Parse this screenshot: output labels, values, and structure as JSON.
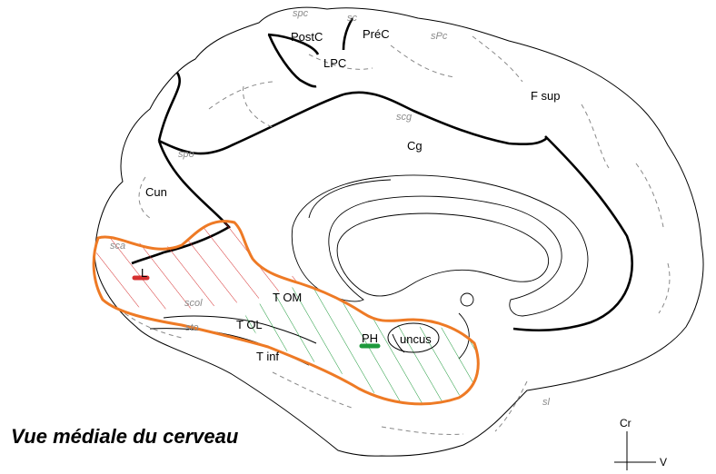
{
  "title": "Vue médiale du cerveau",
  "regions": {
    "postc": "PostC",
    "prec": "PréC",
    "lpc": "LPC",
    "fsup": "F sup",
    "cg": "Cg",
    "cun": "Cun",
    "l": "L",
    "tom": "T OM",
    "tol": "T OL",
    "tinf": "T inf",
    "ph": "PH",
    "uncus": "uncus"
  },
  "sulci": {
    "spc": "spc",
    "sc": "sc",
    "spc2": "sPc",
    "scg": "scg",
    "spo": "spo",
    "sca": "sca",
    "scol": "scol",
    "sto": "sto",
    "sl": "sl"
  },
  "orientation": {
    "cr": "Cr",
    "v": "V"
  },
  "colors": {
    "highlight_outline": "#ee7a25",
    "lingual_hatch": "#d63030",
    "parahippocampal_hatch": "#1e9a3c"
  }
}
